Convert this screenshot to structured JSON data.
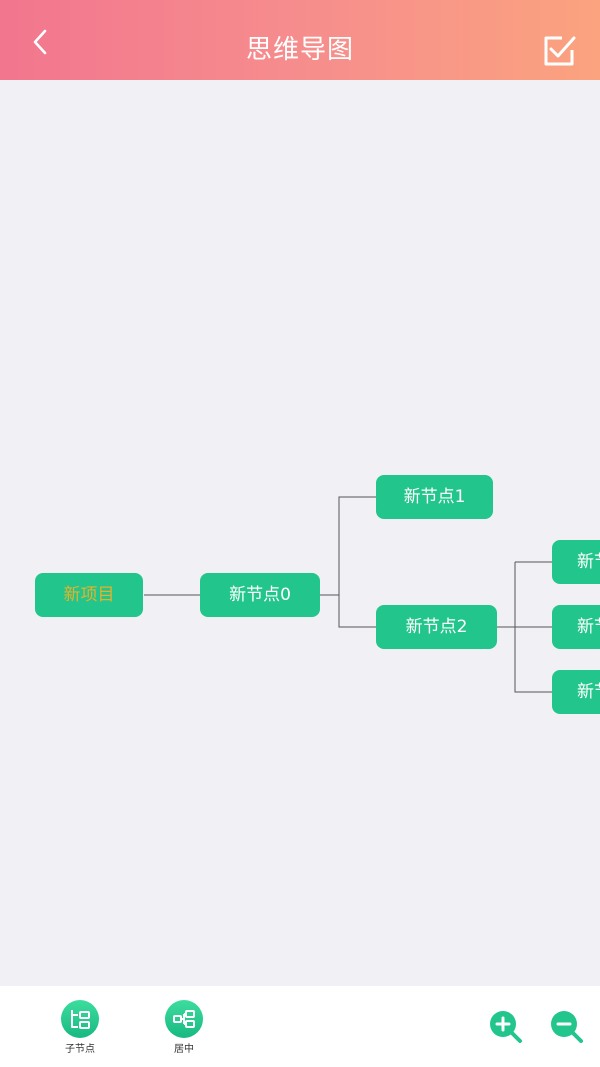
{
  "header": {
    "title": "思维导图",
    "back_icon": "chevron-left-icon",
    "confirm_icon": "checkbox-edit-icon"
  },
  "mindmap": {
    "root": "新项目",
    "node0": "新节点0",
    "node1": "新节点1",
    "node2": "新节点2",
    "child_a": "新节",
    "child_b": "新节",
    "child_c": "新节"
  },
  "toolbar": {
    "child_node_label": "子节点",
    "center_label": "居中",
    "zoom_in_icon": "zoom-in-icon",
    "zoom_out_icon": "zoom-out-icon"
  },
  "colors": {
    "header_start": "#f2768e",
    "header_end": "#fba37f",
    "node": "#22c58b",
    "root_text": "#e6b22a"
  }
}
